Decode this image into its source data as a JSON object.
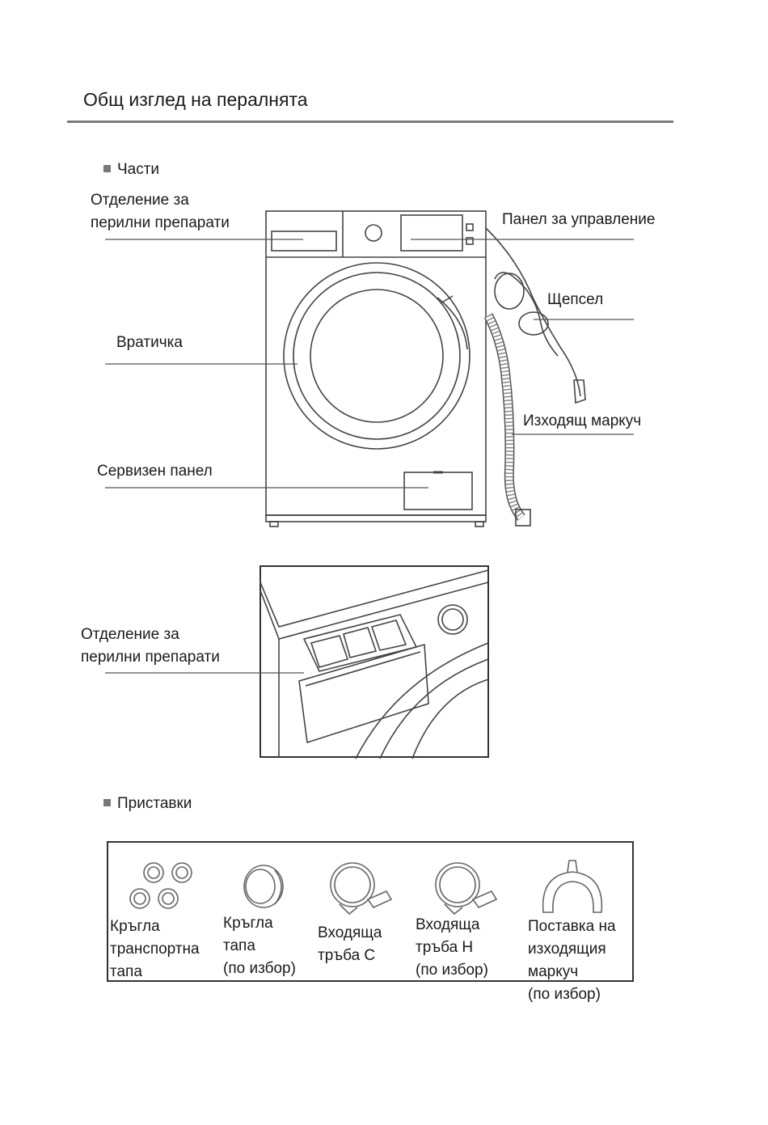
{
  "page": {
    "title": "Общ изглед на пералнята",
    "section_parts": "Части",
    "section_accessories": "Приставки"
  },
  "parts": {
    "detergent_drawer": [
      "Отделение за",
      "перилни препарати"
    ],
    "control_panel": "Панел за управление",
    "plug": "Щепсел",
    "door": "Вратичка",
    "drain_hose": "Изходящ маркуч",
    "service_panel": "Сервизен панел"
  },
  "detail": {
    "detergent_drawer": [
      "Отделение за",
      "перилни препарати"
    ]
  },
  "accessories": [
    {
      "lines": [
        "Кръгла",
        "транспортна",
        "тапа"
      ],
      "icon": "transport-plug-icon"
    },
    {
      "lines": [
        "Кръгла",
        "тапа",
        "(по избор)"
      ],
      "icon": "round-cap-icon"
    },
    {
      "lines": [
        "Входяща",
        "тръба C"
      ],
      "icon": "inlet-hose-c-icon"
    },
    {
      "lines": [
        "Входяща",
        "тръба H",
        "(по избор)"
      ],
      "icon": "inlet-hose-h-icon"
    },
    {
      "lines": [
        "Поставка на",
        "изходящия",
        "маркуч",
        "(по избор)"
      ],
      "icon": "drain-hose-support-icon"
    }
  ]
}
